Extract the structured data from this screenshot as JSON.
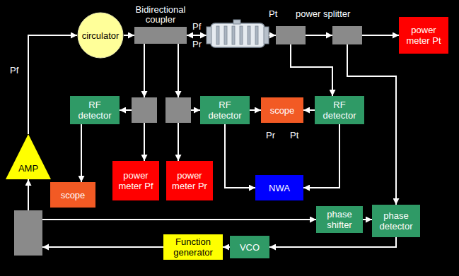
{
  "diagram": {
    "nodes": [
      {
        "text": [
          "circulator"
        ]
      },
      {
        "text": [
          "Bidirectional coupler"
        ]
      },
      {
        "text": [
          "power meter Pt"
        ]
      },
      {
        "text": [
          "RF detector"
        ]
      },
      {
        "text": [
          "RF detector"
        ]
      },
      {
        "text": [
          "scope"
        ]
      },
      {
        "text": [
          "RF detector"
        ]
      },
      {
        "text": [
          "AMP"
        ]
      },
      {
        "text": [
          "power meter Pf"
        ]
      },
      {
        "text": [
          "power meter Pr"
        ]
      },
      {
        "text": [
          "NWA"
        ]
      },
      {
        "text": [
          "scope"
        ]
      },
      {
        "text": [
          "phase shifter"
        ]
      },
      {
        "text": [
          "phase detector"
        ]
      },
      {
        "text": [
          "Function generator"
        ]
      },
      {
        "text": [
          "VCO"
        ]
      }
    ],
    "edges": [
      {
        "from": 7,
        "to": 0,
        "arrow": "to"
      },
      {
        "from": 0,
        "to": 1,
        "arrow": "to"
      },
      {
        "from": 1,
        "to": 2,
        "arrow": "to"
      },
      {
        "from": 1,
        "to": 3,
        "arrow": "to"
      },
      {
        "from": 1,
        "to": 8,
        "arrow": "to"
      },
      {
        "from": 1,
        "to": 9,
        "arrow": "to"
      },
      {
        "from": 1,
        "to": 4,
        "arrow": "to"
      },
      {
        "from": 1,
        "to": 6,
        "arrow": "to"
      },
      {
        "from": 1,
        "to": 13,
        "arrow": "to"
      },
      {
        "from": 3,
        "to": 11,
        "arrow": "to"
      },
      {
        "from": 4,
        "to": 5,
        "arrow": "to"
      },
      {
        "from": 6,
        "to": 5,
        "arrow": "to"
      },
      {
        "from": 4,
        "to": 10,
        "arrow": "to"
      },
      {
        "from": 6,
        "to": 10,
        "arrow": "to"
      },
      {
        "from": 14,
        "to": 7,
        "arrow": "to"
      },
      {
        "from": 14,
        "to": 12,
        "arrow": "to"
      },
      {
        "from": 12,
        "to": 13,
        "arrow": "to"
      },
      {
        "from": 13,
        "to": 15,
        "arrow": "to"
      },
      {
        "from": 15,
        "to": 14,
        "arrow": "to"
      }
    ],
    "labels": [
      "Pt",
      "power splitter",
      "Pf",
      "Pr",
      "Pf",
      "Pr",
      "Pt"
    ]
  }
}
